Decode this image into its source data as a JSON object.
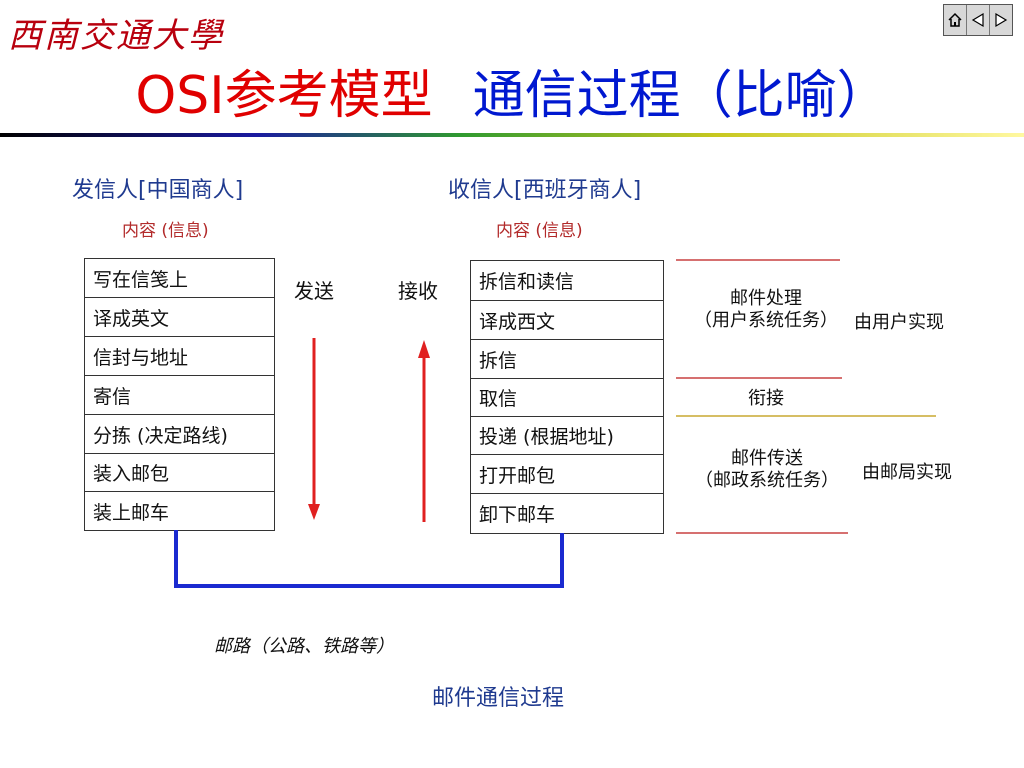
{
  "header": {
    "logo_text": "西南交通大學",
    "title_red": "OSI参考模型",
    "title_blue": "通信过程（比喻）",
    "nav_icons": [
      "home-icon",
      "prev-arrow-icon",
      "next-arrow-icon"
    ]
  },
  "sender": {
    "title": "发信人[中国商人]",
    "content": "内容 (信息)",
    "steps": [
      "写在信笺上",
      "译成英文",
      "信封与地址",
      "寄信",
      "分拣 (决定路线)",
      "装入邮包",
      "装上邮车"
    ]
  },
  "receiver": {
    "title": "收信人[西班牙商人]",
    "content": "内容 (信息)",
    "steps": [
      "拆信和读信",
      "译成西文",
      "拆信",
      "取信",
      "投递 (根据地址)",
      "打开邮包",
      "卸下邮车"
    ]
  },
  "actions": {
    "send": "发送",
    "receive": "接收"
  },
  "annotations": {
    "mail_processing_line1": "邮件处理",
    "mail_processing_line2": "（用户系统任务）",
    "by_user": "由用户实现",
    "connect": "衔接",
    "mail_transport_line1": "邮件传送",
    "mail_transport_line2": "（邮政系统任务）",
    "by_post": "由邮局实现"
  },
  "road_label": "邮路（公路、铁路等）",
  "footer": "邮件通信过程",
  "colors": {
    "title_red": "#e00000",
    "title_blue": "#0018d0",
    "arrow_red": "#e02020",
    "route_blue": "#1a2ad0",
    "header_blue": "#1f3a8f"
  }
}
